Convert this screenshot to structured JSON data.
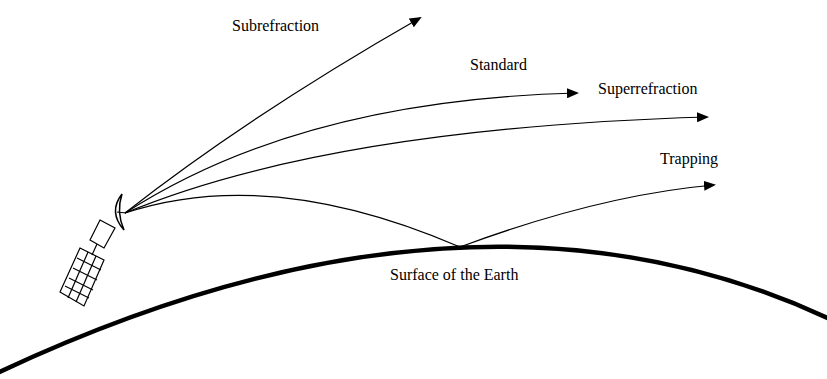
{
  "diagram": {
    "labels": [
      "Subrefraction",
      "Standard",
      "Superrefraction",
      "Trapping",
      "Surface of the Earth"
    ]
  }
}
